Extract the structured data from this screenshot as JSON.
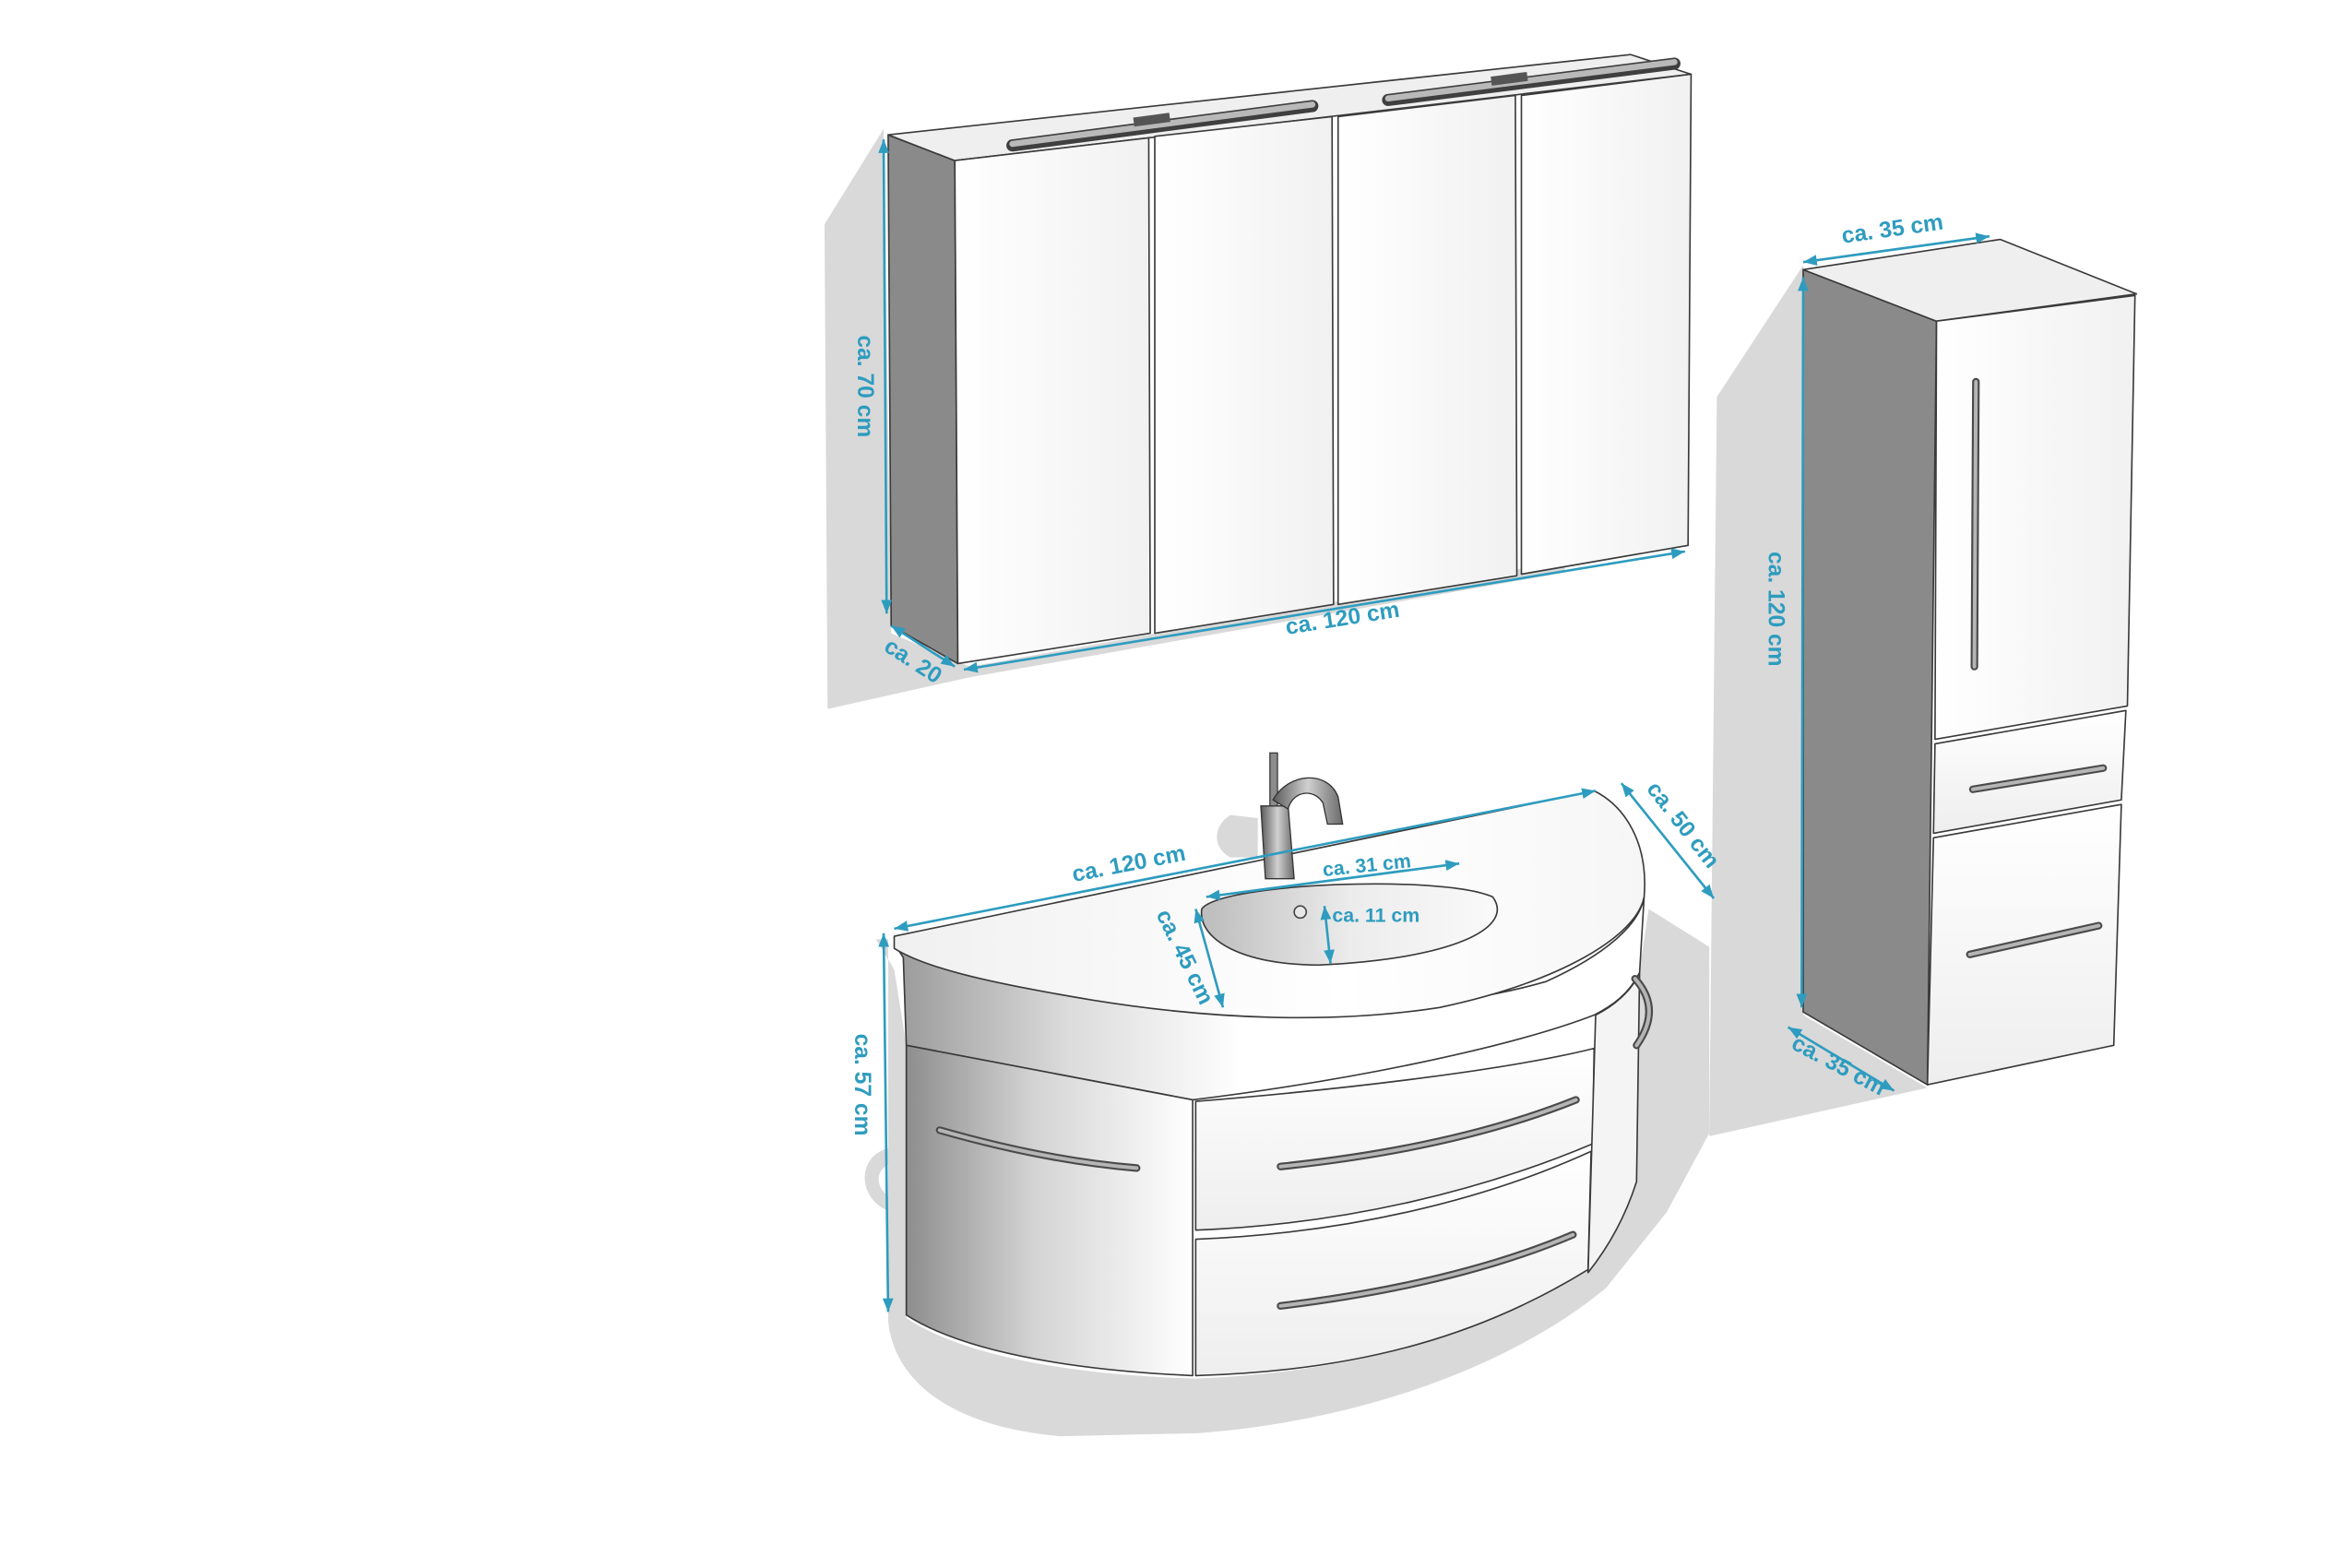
{
  "colors": {
    "dimension": "#2e9cbf",
    "side_panel": "#8a8a8a",
    "shadow": "#d9d9d9",
    "outline": "#3a3a3a",
    "front": "#ffffff"
  },
  "mirror_cabinet": {
    "height_label": "ca. 70 cm",
    "depth_label": "ca. 20",
    "width_label": "ca. 120 cm"
  },
  "tall_cabinet": {
    "width_label": "ca. 35 cm",
    "height_label": "ca. 120 cm",
    "depth_label": "ca. 35 cm"
  },
  "vanity": {
    "width_label": "ca. 120 cm",
    "depth_label": "ca. 50 cm",
    "height_label": "ca. 57 cm"
  },
  "basin": {
    "width_label": "ca. 31 cm",
    "depth_label": "ca. 11 cm",
    "length_label": "ca. 45 cm"
  }
}
